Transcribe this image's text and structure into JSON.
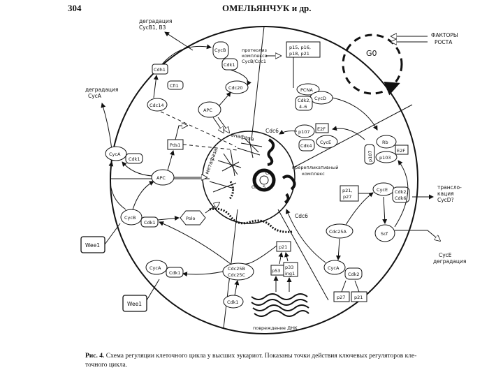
{
  "page": {
    "number": "304",
    "authors": "ОМЕЛЬЯНЧУК и др."
  },
  "outside": {
    "deg_cycb_1": "деградация",
    "deg_cycb_2": "CycB1, B3",
    "deg_cyca_1": "деградация",
    "deg_cyca_2": "CycA",
    "growth_1": "ФАКТОРЫ",
    "growth_2": "РОСТА",
    "transloc_1": "трансло-",
    "transloc_2": "кация",
    "transloc_3": "CycD?",
    "cyce_1": "CycE",
    "cyce_2": "деградация",
    "wee1_a": "Wee1",
    "wee1_b": "Wee1"
  },
  "g0": "G0",
  "top": {
    "cycb": "CycB",
    "cdk1": "Cdk1",
    "proteolysis_1": "протеолиз",
    "proteolysis_2": "комплекса",
    "proteolysis_3": "CycB/Cdc1",
    "cdh1": "Cdh1",
    "cfi1": "Cfi1",
    "cdc14": "Cdc14",
    "cdc20": "Cdc20",
    "apc": "APC",
    "inhib_1": "p15, p16,",
    "inhib_2": "p18, p21",
    "pcna": "PCNA",
    "cycd": "CycD",
    "cdk24_1": "Cdk2,",
    "cdk24_2": "4–6"
  },
  "right": {
    "p107_a": "p107",
    "e2f_a": "E2F",
    "cycE_a": "CycE",
    "cdk4": "Cdk4",
    "rb": "Rb",
    "p107_b": "p107",
    "e2f_b": "E2F",
    "p103": "p103",
    "p21p27_1": "p21,",
    "p21p27_2": "p27",
    "cycE_b": "CycE",
    "cdk23_1": "Cdk2,",
    "cdk23_2": "Cdk6",
    "scf": "Scf",
    "cdc25a": "Cdc25A",
    "cyca_r": "CycA",
    "cdk2": "Cdk2",
    "p27": "p27",
    "p21": "p21"
  },
  "left": {
    "cyca_l": "CycA",
    "cdk1_l": "Cdk1",
    "pds1": "Pds1",
    "apc_l": "APC",
    "cycb_l": "CycB",
    "cdk1_l2": "Cdk1",
    "polo": "Polo",
    "cyca_b": "CycA",
    "cdk1_b": "Cdk1",
    "cdc25_1": "Cdc25B",
    "cdc25_2": "Cdc25C",
    "cdk1_bot": "Cdk1"
  },
  "center": {
    "anaphase": "анафаза",
    "metaphase": "метафаза",
    "cdc6_top": "Cdc6",
    "cdc6_bot": "Cdc6",
    "prerep_1": "пререпликативный",
    "prerep_2": "комплекс",
    "m": "M",
    "g1": "G1",
    "s": "S",
    "g2": "G2"
  },
  "dna": {
    "p21": "p21",
    "p53": "p53",
    "p33_1": "p33",
    "p33_2": "ing1",
    "damage": "повреждение ДНК"
  },
  "caption": {
    "label": "Рис. 4.",
    "text": " Схема регуляции клеточного цикла у высших эукариот. Показаны точки действия ключевых регуляторов кле-",
    "text2": "точного цикла."
  }
}
